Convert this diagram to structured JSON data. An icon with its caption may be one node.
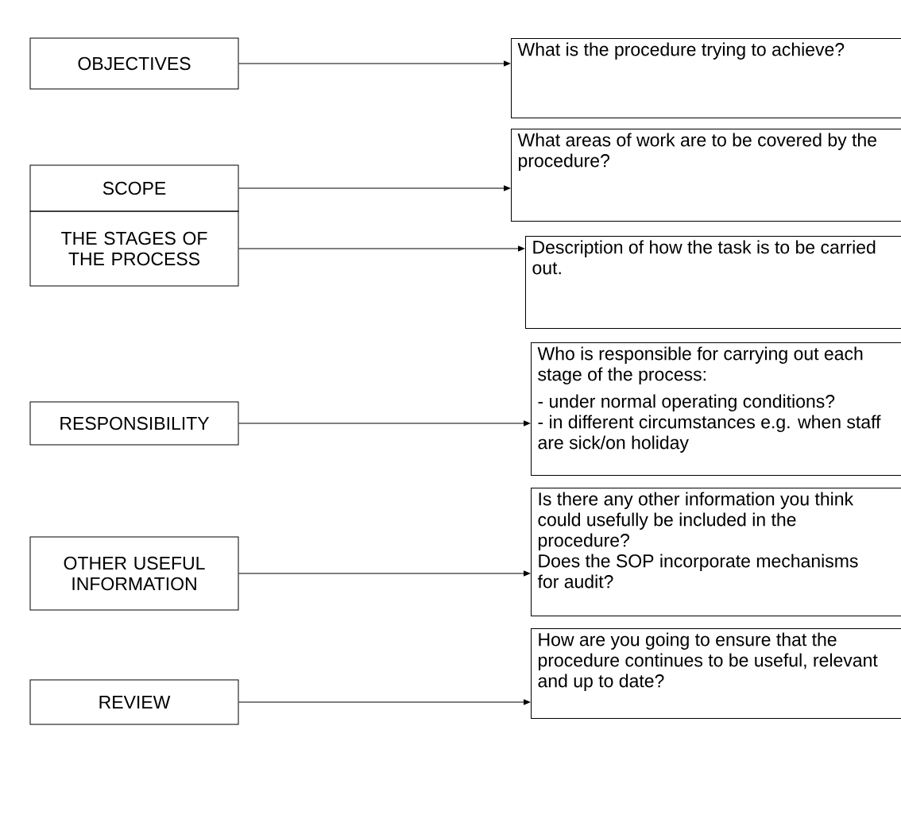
{
  "diagram": {
    "nodes": [
      {
        "text": [
          "OBJECTIVES"
        ]
      },
      {
        "text": [
          "SCOPE"
        ]
      },
      {
        "text": [
          "THE STAGES OF THE PROCESS"
        ]
      },
      {
        "text": [
          "RESPONSIBILITY"
        ]
      },
      {
        "text": [
          "OTHER USEFUL INFORMATION"
        ]
      },
      {
        "text": [
          "REVIEW"
        ]
      },
      {
        "text": [
          "What is the procedure trying to achieve?"
        ]
      },
      {
        "text": [
          "What areas of work are to be covered by the procedure?"
        ]
      },
      {
        "text": [
          "Description of how the task is to be carried out."
        ]
      },
      {
        "text": [
          "Who is responsible for carrying out each stage of the process:",
          "- under normal operating conditions?",
          "- in different circumstances e.g. when staff are sick/on holiday"
        ]
      },
      {
        "text": [
          "Is there any other information you think could usefully be included in the procedure?",
          "Does the SOP incorporate mechanisms for audit?"
        ]
      },
      {
        "text": [
          "How are you going to ensure that the procedure continues to be useful, relevant and up to date?"
        ]
      }
    ],
    "edges": [
      {
        "from": 0,
        "to": 6,
        "arrow": "to"
      },
      {
        "from": 1,
        "to": 7,
        "arrow": "to"
      },
      {
        "from": 2,
        "to": 8,
        "arrow": "to"
      },
      {
        "from": 3,
        "to": 9,
        "arrow": "to"
      },
      {
        "from": 4,
        "to": 10,
        "arrow": "to"
      },
      {
        "from": 5,
        "to": 11,
        "arrow": "to"
      }
    ]
  }
}
